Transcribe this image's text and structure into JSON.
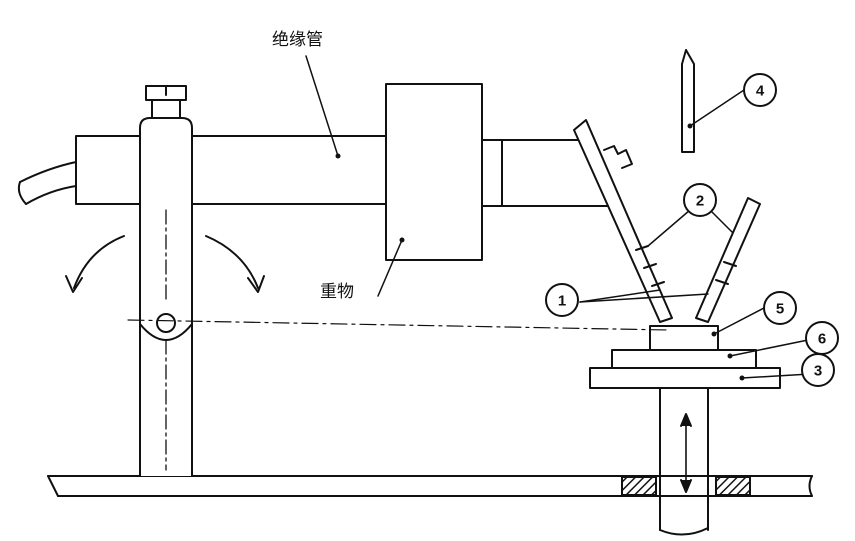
{
  "labels": {
    "insulating_tube": "绝缘管",
    "weight": "重物"
  },
  "callouts": [
    "1",
    "2",
    "3",
    "4",
    "5",
    "6"
  ],
  "colors": {
    "ink": "#111111",
    "paper": "#ffffff"
  }
}
